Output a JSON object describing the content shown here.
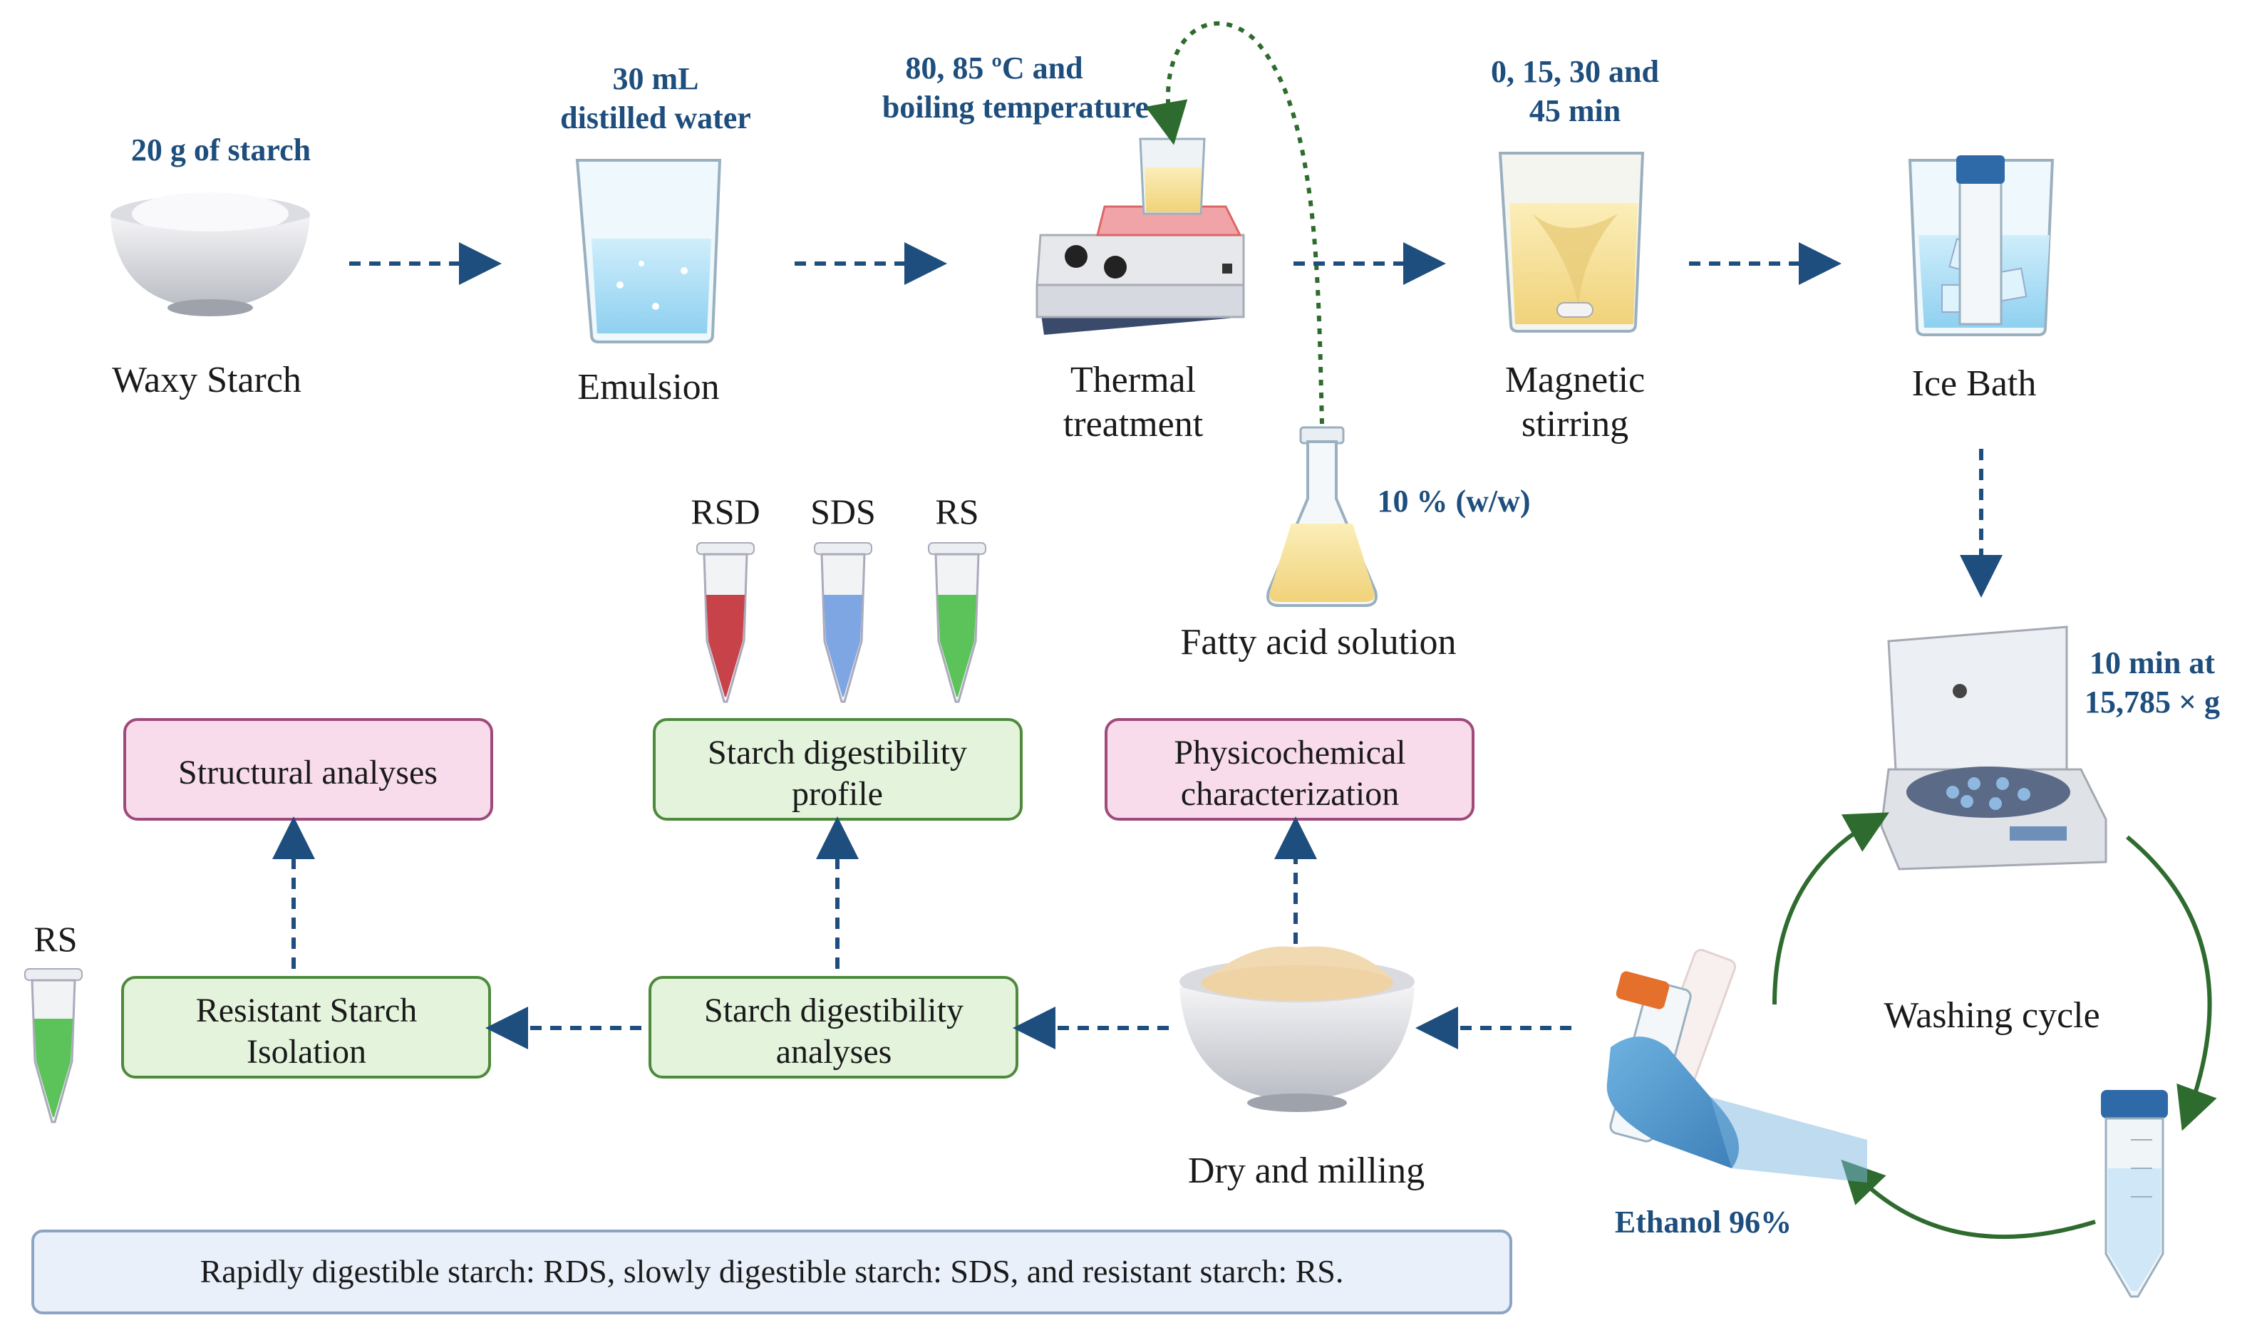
{
  "top_row": {
    "waxy_starch": {
      "param": "20 g of starch",
      "label": "Waxy Starch"
    },
    "emulsion": {
      "param_line1": "30 mL",
      "param_line2": "distilled water",
      "label": "Emulsion"
    },
    "thermal": {
      "param_line1": "80, 85 ºC and",
      "param_line2": "boiling temperature",
      "label_line1": "Thermal",
      "label_line2": "treatment"
    },
    "magnetic": {
      "param_line1": "0, 15, 30 and",
      "param_line2": "45 min",
      "label_line1": "Magnetic",
      "label_line2": "stirring"
    },
    "ice_bath": {
      "label": "Ice Bath"
    }
  },
  "fatty_acid": {
    "param": "10 % (w/w)",
    "label": "Fatty acid solution"
  },
  "centrifuge": {
    "param_line1": "10 min at",
    "param_line2": "15,785 × g"
  },
  "washing": {
    "label": "Washing cycle",
    "ethanol": "Ethanol 96%"
  },
  "dry": {
    "label": "Dry and milling"
  },
  "tubes": {
    "rsd": "RSD",
    "sds": "SDS",
    "rs": "RS",
    "rs_single": "RS"
  },
  "boxes": {
    "structural": "Structural analyses",
    "profile_line1": "Starch digestibility",
    "profile_line2": "profile",
    "physico_line1": "Physicochemical",
    "physico_line2": "characterization",
    "resistant_line1": "Resistant Starch",
    "resistant_line2": "Isolation",
    "analyses_line1": "Starch digestibility",
    "analyses_line2": "analyses"
  },
  "legend": "Rapidly digestible starch: RDS, slowly digestible starch: SDS, and resistant starch: RS.",
  "colors": {
    "arrow": "#1e4e7d",
    "green_arrow": "#2e6b2e",
    "green_box": "#e3f3dc",
    "green_border": "#4f8a3c",
    "pink_box": "#f8dcec",
    "pink_border": "#a04a7c",
    "legend_box": "#e9f0fa"
  }
}
